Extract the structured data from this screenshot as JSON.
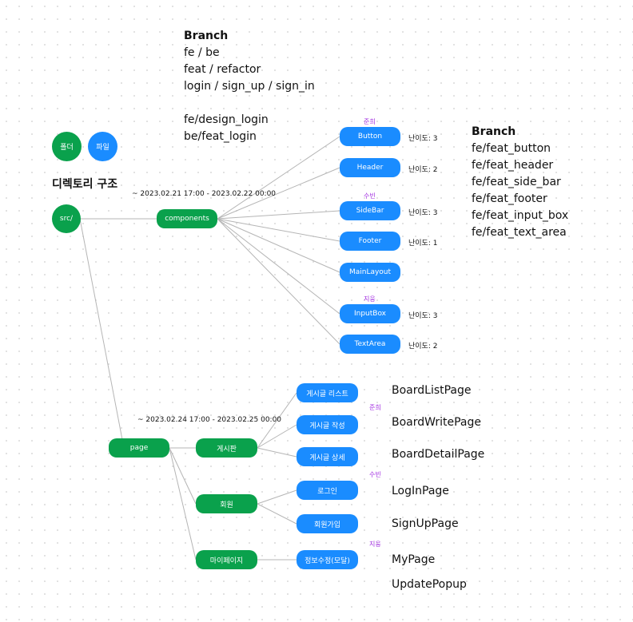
{
  "legend": {
    "folder": "폴더",
    "file": "파일"
  },
  "heading": "디렉토리 구조",
  "branch_top": {
    "title": "Branch",
    "lines": [
      "fe / be",
      "feat / refactor",
      "login / sign_up / sign_in",
      "",
      "fe/design_login",
      "be/feat_login"
    ]
  },
  "branch_right": {
    "title": "Branch",
    "lines": [
      "fe/feat_button",
      "fe/feat_header",
      "fe/feat_side_bar",
      "fe/feat_footer",
      "fe/feat_input_box",
      "fe/feat_text_area"
    ]
  },
  "dates": {
    "components": "~ 2023.02.21 17:00 - 2023.02.22 00:00",
    "page": "~ 2023.02.24 17:00 - 2023.02.25 00:00"
  },
  "tree": {
    "root": "src/",
    "components": "components",
    "page": "page",
    "components_children": [
      {
        "label": "Button",
        "difficulty": "난이도: 3",
        "assignee": "준희"
      },
      {
        "label": "Header",
        "difficulty": "난이도: 2",
        "assignee": ""
      },
      {
        "label": "SideBar",
        "difficulty": "난이도: 3",
        "assignee": "수빈"
      },
      {
        "label": "Footer",
        "difficulty": "난이도: 1",
        "assignee": ""
      },
      {
        "label": "MainLayout",
        "difficulty": "",
        "assignee": ""
      },
      {
        "label": "InputBox",
        "difficulty": "난이도: 3",
        "assignee": "지웅"
      },
      {
        "label": "TextArea",
        "difficulty": "난이도: 2",
        "assignee": ""
      }
    ],
    "page_groups": {
      "board": "게시판",
      "member": "회원",
      "mypage": "마이페이지"
    },
    "board_children": [
      "게시글 리스트",
      "게시글 작성",
      "게시글 상세"
    ],
    "member_children": [
      "로그인",
      "회원가입"
    ],
    "mypage_children": [
      "정보수정(모달)"
    ],
    "page_assignees": [
      "준희",
      "수빈",
      "지웅"
    ],
    "page_names": [
      "BoardListPage",
      "BoardWritePage",
      "BoardDetailPage",
      "LogInPage",
      "SignUpPage",
      "MyPage",
      "UpdatePopup"
    ]
  },
  "colors": {
    "folder": "#0aa14c",
    "file": "#1a8cff",
    "assignee": "#a22fe0",
    "edge": "#b5b5b5"
  }
}
